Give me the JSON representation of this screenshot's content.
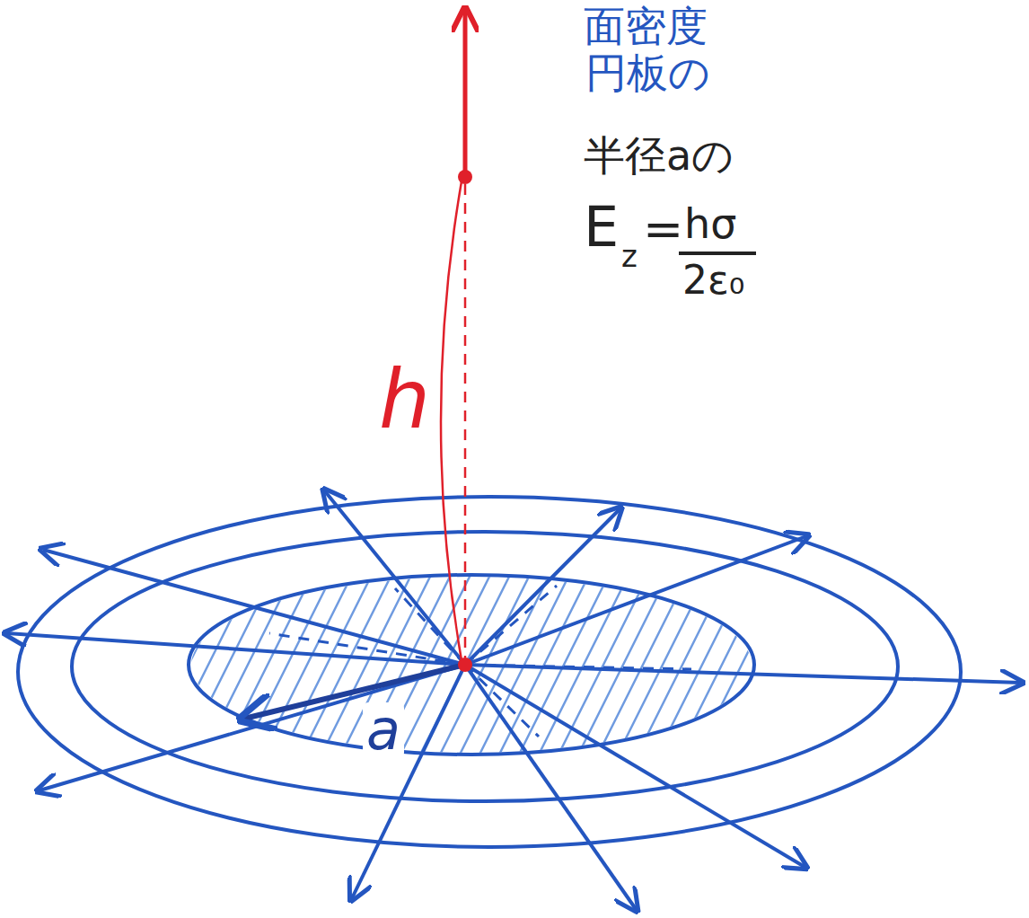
{
  "diagram": {
    "labels": [
      "面密度",
      "円板の",
      "半径aの",
      "E",
      "z",
      "=",
      "hσ",
      "2ε₀",
      "h",
      "a"
    ]
  }
}
